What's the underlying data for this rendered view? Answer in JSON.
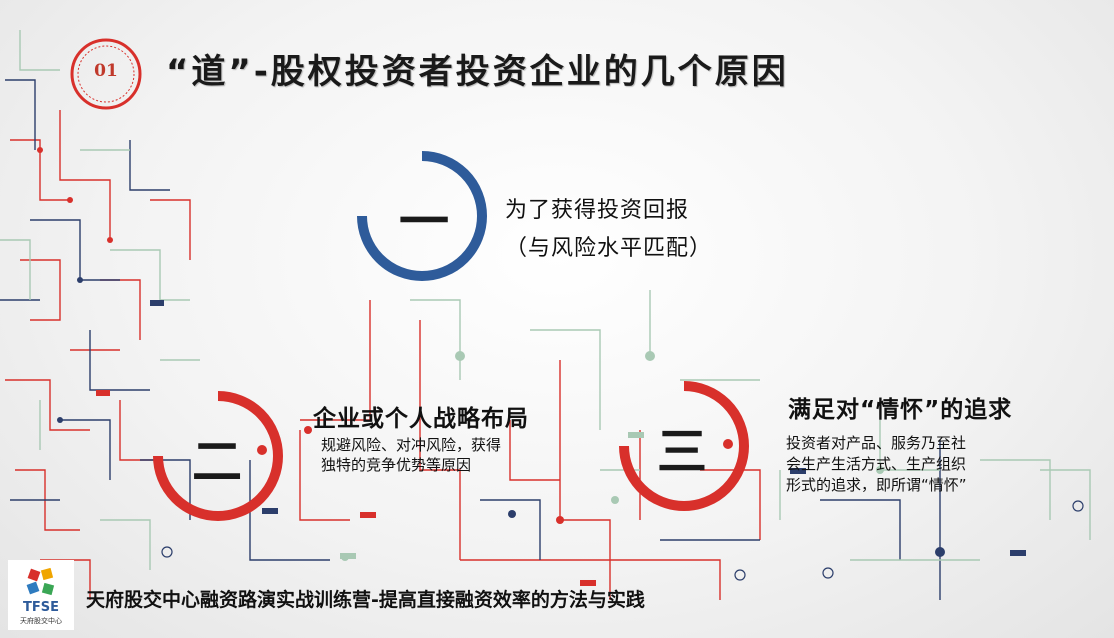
{
  "slide": {
    "badge_number": "01",
    "title": "“道”-股权投资者投资企业的几个原因"
  },
  "points": [
    {
      "numeral": "一",
      "heading": "为了获得投资回报",
      "detail": "（与风险水平匹配）"
    },
    {
      "numeral": "二",
      "heading": "企业或个人战略布局",
      "detail_line1": "规避风险、对冲风险，获得",
      "detail_line2": "独特的竞争优势等原因"
    },
    {
      "numeral": "三",
      "heading": "满足对“情怀”的追求",
      "detail_line1": "投资者对产品、服务乃至社",
      "detail_line2": "会生产生活方式、生产组织",
      "detail_line3": "形式的追求，即所谓“情怀”"
    }
  ],
  "footer": {
    "logo_text": "TFSE",
    "logo_subtext": "天府股交中心",
    "text": "天府股交中心融资路演实战训练营-提高直接融资效率的方法与实践"
  },
  "colors": {
    "red": "#d8302b",
    "blue": "#2e5b9a",
    "green": "#a9c9b4",
    "navy": "#2c3e6b"
  }
}
